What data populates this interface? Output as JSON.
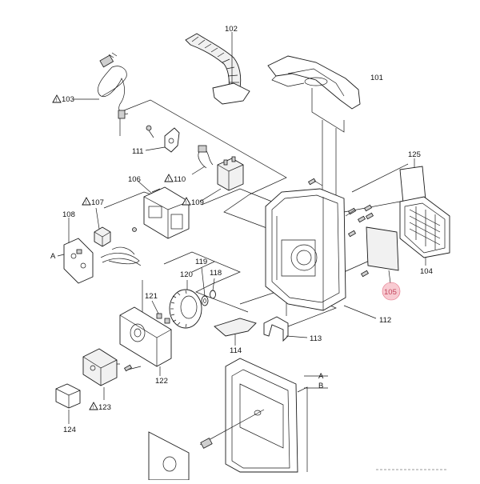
{
  "diagram": {
    "callouts": [
      {
        "id": "c101",
        "text": "101",
        "warning": false
      },
      {
        "id": "c102",
        "text": "102",
        "warning": false
      },
      {
        "id": "c103",
        "text": "103",
        "warning": true
      },
      {
        "id": "c104",
        "text": "104",
        "warning": false
      },
      {
        "id": "c105",
        "text": "105",
        "warning": false,
        "highlighted": true
      },
      {
        "id": "c106",
        "text": "106",
        "warning": false
      },
      {
        "id": "c107",
        "text": "107",
        "warning": true
      },
      {
        "id": "c108",
        "text": "108",
        "warning": false
      },
      {
        "id": "c109",
        "text": "109",
        "warning": true
      },
      {
        "id": "c110",
        "text": "110",
        "warning": true
      },
      {
        "id": "c111",
        "text": "111",
        "warning": false
      },
      {
        "id": "c112",
        "text": "112",
        "warning": false
      },
      {
        "id": "c113",
        "text": "113",
        "warning": false
      },
      {
        "id": "c114",
        "text": "114",
        "warning": false
      },
      {
        "id": "c118",
        "text": "118",
        "warning": false
      },
      {
        "id": "c119",
        "text": "119",
        "warning": false
      },
      {
        "id": "c120",
        "text": "120",
        "warning": false
      },
      {
        "id": "c121",
        "text": "121",
        "warning": false
      },
      {
        "id": "c122",
        "text": "122",
        "warning": false
      },
      {
        "id": "c123",
        "text": "123",
        "warning": true
      },
      {
        "id": "c124",
        "text": "124",
        "warning": false
      },
      {
        "id": "c125",
        "text": "125",
        "warning": false
      }
    ],
    "reference_letters": [
      {
        "id": "refA_left",
        "text": "A"
      },
      {
        "id": "refA_right",
        "text": "A"
      },
      {
        "id": "refB_right",
        "text": "B"
      }
    ],
    "highlight_color": "#f2a0ad"
  }
}
